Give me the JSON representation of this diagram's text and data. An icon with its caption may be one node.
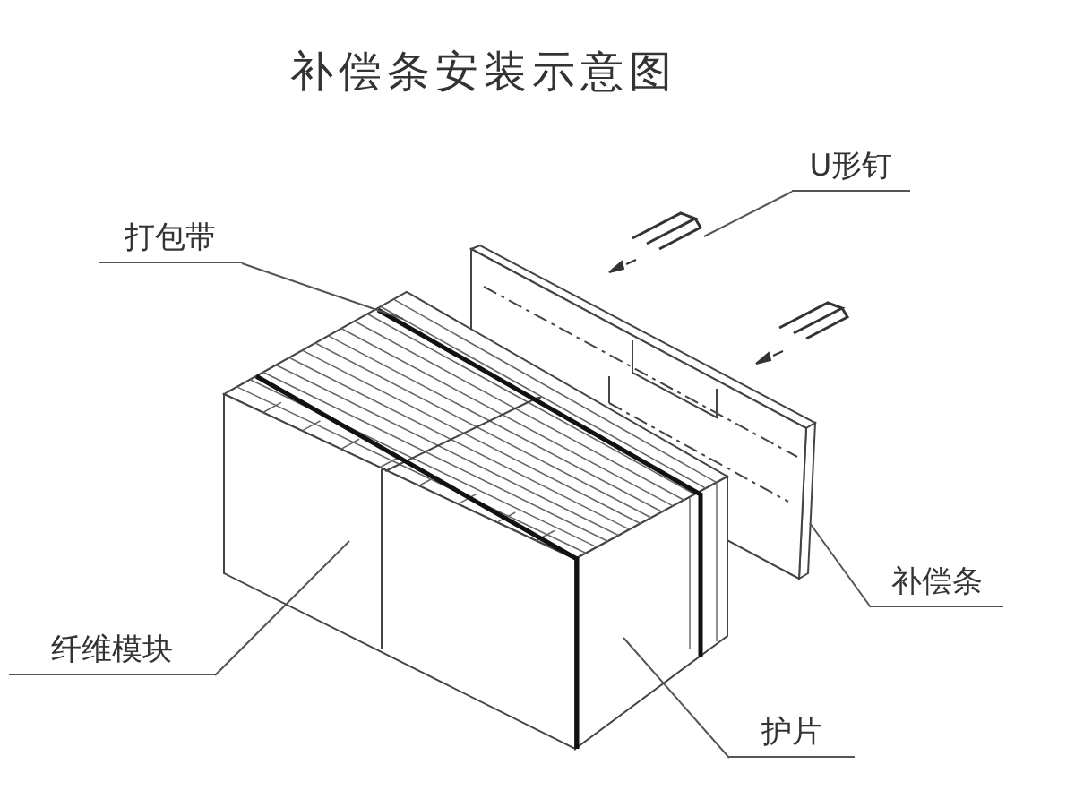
{
  "diagram": {
    "title": "补偿条安装示意图",
    "nodes": [
      {
        "text": [
          "U形钉"
        ]
      },
      {
        "text": [
          "打包带"
        ]
      },
      {
        "text": [
          "补偿条"
        ]
      },
      {
        "text": [
          "纤维模块"
        ]
      },
      {
        "text": [
          "护片"
        ]
      }
    ],
    "edges": [
      {
        "from": 0,
        "to": null,
        "arrow": "none"
      },
      {
        "from": 1,
        "to": null,
        "arrow": "none"
      },
      {
        "from": 2,
        "to": null,
        "arrow": "none"
      },
      {
        "from": 3,
        "to": null,
        "arrow": "none"
      },
      {
        "from": 4,
        "to": null,
        "arrow": "none"
      }
    ]
  }
}
